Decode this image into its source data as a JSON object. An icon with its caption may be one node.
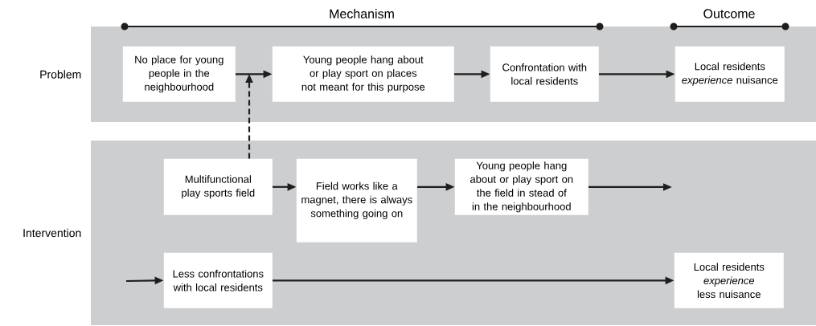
{
  "diagram": {
    "nodes": [
      {
        "text": [
          "Problem"
        ]
      },
      {
        "text": [
          "Intervention"
        ]
      },
      {
        "text": [
          "No place for young people in the neighbourhood"
        ],
        "in": 0
      },
      {
        "text": [
          "Young people hang about or play sport on places not meant for this purpose"
        ],
        "in": 0
      },
      {
        "text": [
          "Confrontation with local residents"
        ],
        "in": 0
      },
      {
        "text": [
          "Local residents *experience* nuisance"
        ],
        "in": 0
      },
      {
        "text": [
          "Multifunctional play sports field"
        ],
        "in": 1
      },
      {
        "text": [
          "Field works like a magnet, there is always something going on"
        ],
        "in": 1
      },
      {
        "text": [
          "Young people hang about or play sport on the field in stead of in the neighbourhood"
        ],
        "in": 1
      },
      {
        "text": [
          "Less confrontations with local residents"
        ],
        "in": 1
      },
      {
        "text": [
          "Local residents *experience* less nuisance"
        ],
        "in": 1
      }
    ],
    "edges": [
      {
        "from": 2,
        "to": 3,
        "arrow": "to"
      },
      {
        "from": 3,
        "to": 4,
        "arrow": "to"
      },
      {
        "from": 4,
        "to": 5,
        "arrow": "to"
      },
      {
        "from": 6,
        "to": null,
        "arrow": "to",
        "style": "dashed"
      },
      {
        "from": 6,
        "to": 7,
        "arrow": "to"
      },
      {
        "from": 7,
        "to": 8,
        "arrow": "to"
      },
      {
        "from": 8,
        "to": null,
        "arrow": "to"
      },
      {
        "from": null,
        "to": 9,
        "arrow": "to"
      },
      {
        "from": 9,
        "to": 10,
        "arrow": "to"
      }
    ],
    "labels": [
      "Mechanism",
      "Outcome"
    ]
  }
}
